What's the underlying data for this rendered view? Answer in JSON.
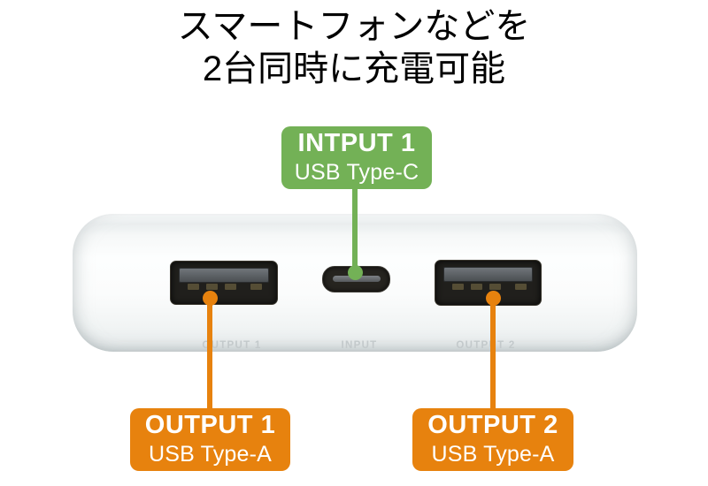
{
  "headline": {
    "line1": "スマートフォンなどを",
    "line2": "2台同時に充電可能"
  },
  "callouts": {
    "input": {
      "title": "INTPUT 1",
      "subtitle": "USB Type-C",
      "color": "#73b156"
    },
    "output1": {
      "title": "OUTPUT 1",
      "subtitle": "USB Type-A",
      "color": "#e7820e"
    },
    "output2": {
      "title": "OUTPUT 2",
      "subtitle": "USB Type-A",
      "color": "#e7820e"
    }
  },
  "device": {
    "description": "white power bank, front edge with ports",
    "engravings": {
      "left": "OUTPUT 1",
      "center": "INPUT",
      "right": "OUTPUT 2"
    },
    "ports": [
      "USB Type-A output",
      "USB Type-C input",
      "USB Type-A output"
    ]
  }
}
